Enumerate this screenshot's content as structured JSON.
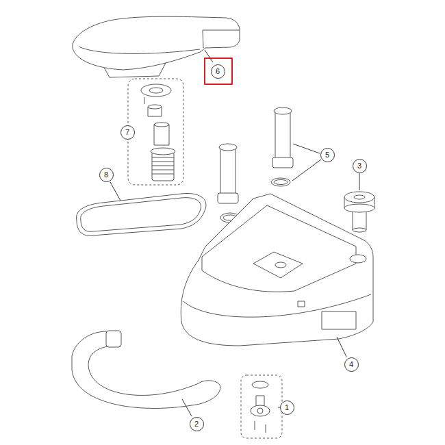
{
  "diagram": {
    "nodes": [
      {
        "text": [
          "6"
        ]
      },
      {
        "text": [
          "7"
        ]
      },
      {
        "text": [
          "5"
        ]
      },
      {
        "text": [
          "3"
        ]
      },
      {
        "text": [
          "8"
        ]
      },
      {
        "text": [
          "4"
        ]
      },
      {
        "text": [
          "2"
        ]
      },
      {
        "text": [
          "1"
        ]
      }
    ]
  }
}
